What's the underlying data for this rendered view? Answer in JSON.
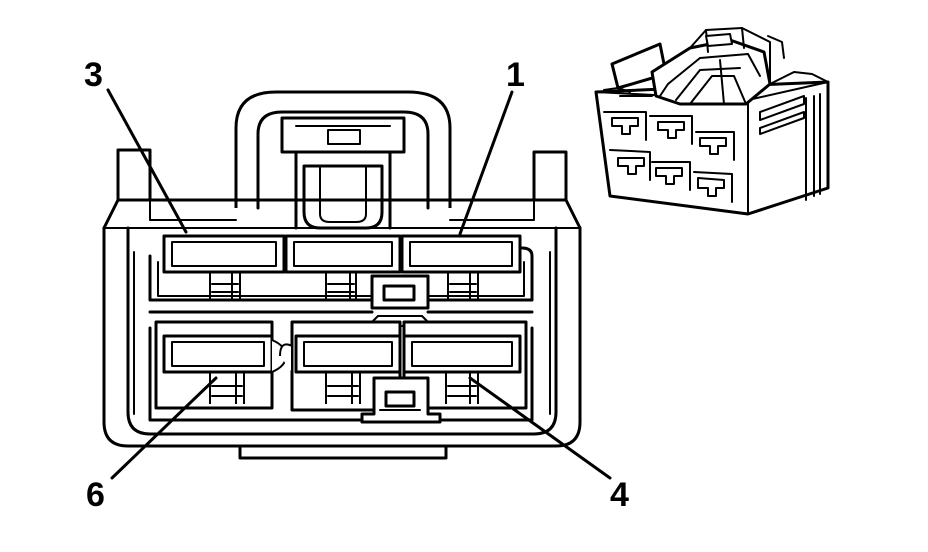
{
  "callouts": {
    "pin_1": "1",
    "pin_3": "3",
    "pin_4": "4",
    "pin_6": "6"
  },
  "colors": {
    "line": "#000000",
    "background": "#ffffff"
  }
}
